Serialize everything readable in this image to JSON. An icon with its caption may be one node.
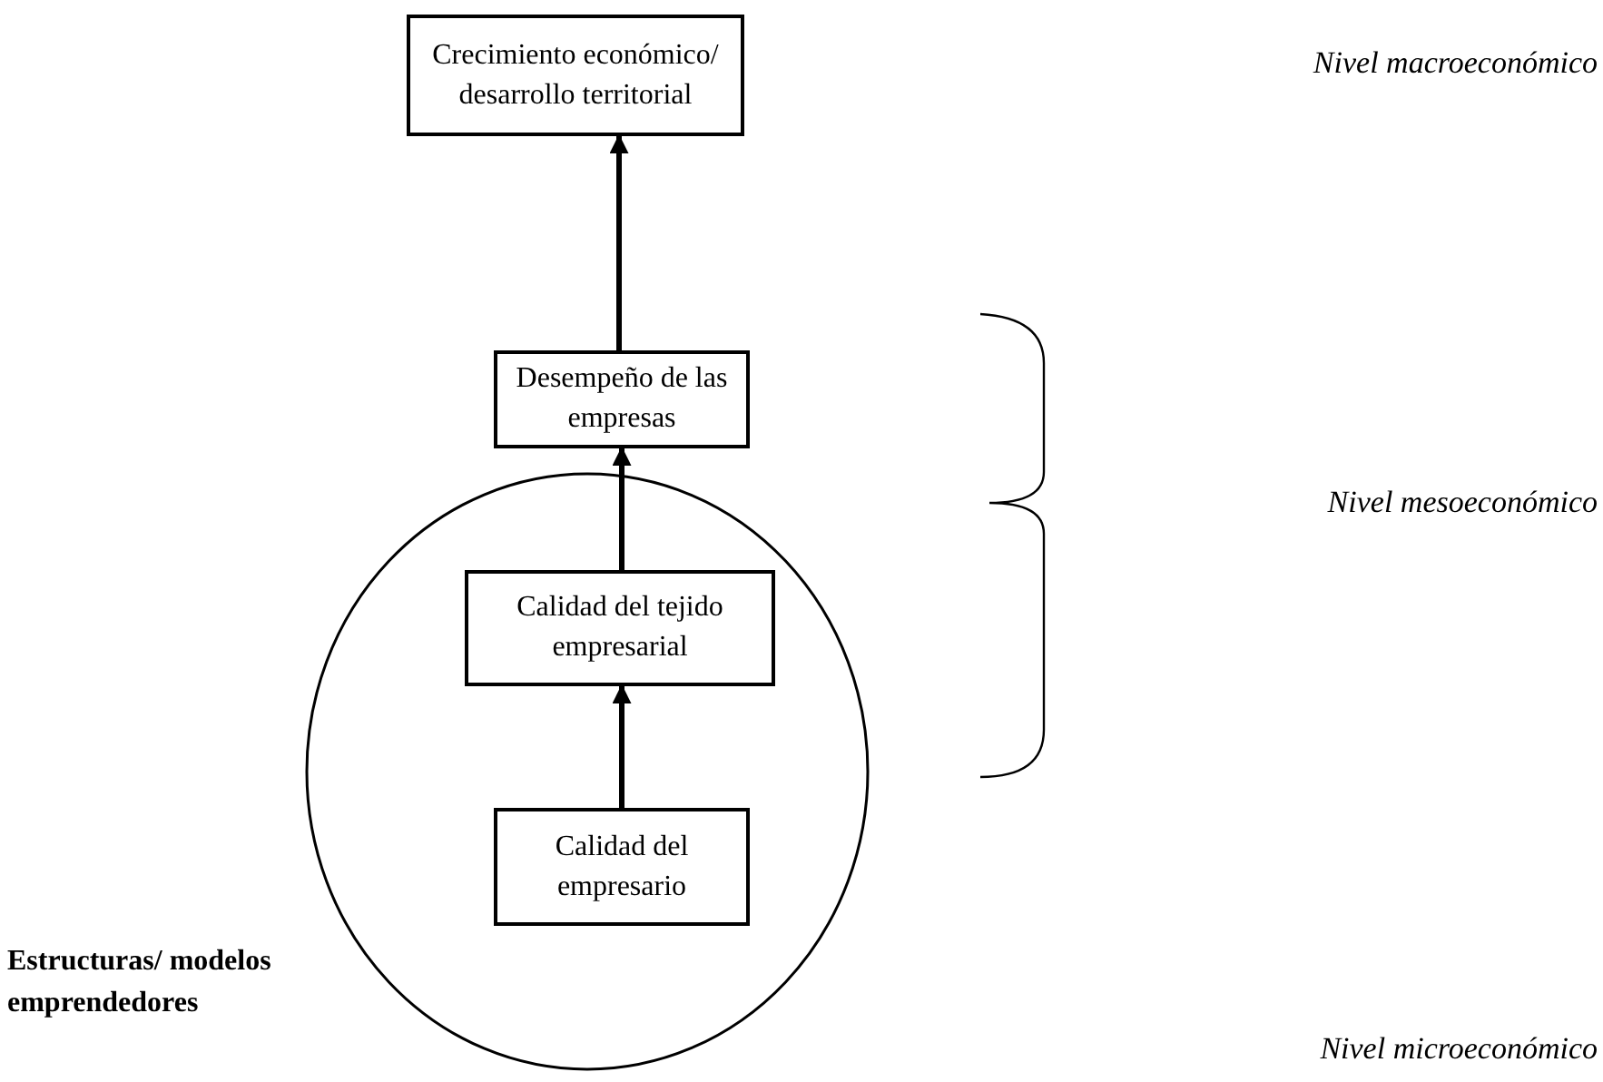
{
  "diagram": {
    "nodes": [
      {
        "text": [
          "Crecimiento económico/ desarrollo territorial"
        ]
      },
      {
        "text": [
          "Desempeño de las empresas"
        ]
      },
      {
        "text": [],
        "shape": "circle",
        "beside": [
          "Estructuras/ modelos emprendedores"
        ]
      },
      {
        "text": [
          "Calidad del tejido empresarial"
        ],
        "in": 2
      },
      {
        "text": [
          "Calidad del empresario"
        ],
        "in": 2
      }
    ],
    "edges": [
      {
        "from": 1,
        "to": 0,
        "arrow": "to"
      },
      {
        "from": 3,
        "to": 1,
        "arrow": "to"
      },
      {
        "from": 4,
        "to": 3,
        "arrow": "to"
      }
    ],
    "labels": [
      "Nivel macroeconómico",
      "Nivel mesoeconómico",
      "Nivel microeconómico"
    ]
  }
}
